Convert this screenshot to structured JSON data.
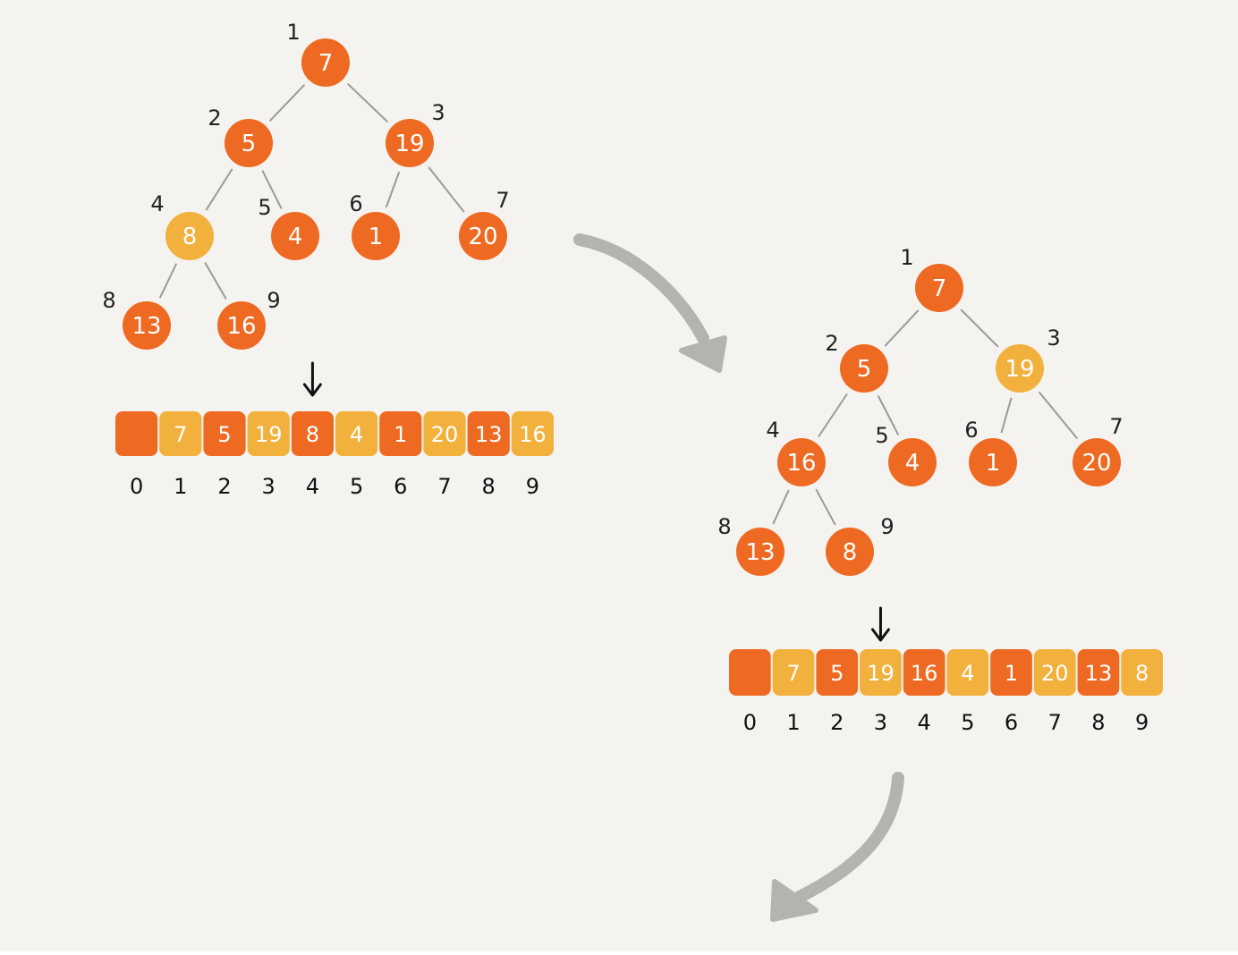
{
  "colors": {
    "orange": "#ee6a23",
    "yellow": "#f2b03c",
    "edge": "#9a9a9a",
    "arrow": "#b4b3ae",
    "pointer": "#111111"
  },
  "before": {
    "nodes": [
      {
        "index": "1",
        "value": "7",
        "color": "orange"
      },
      {
        "index": "2",
        "value": "5",
        "color": "orange"
      },
      {
        "index": "3",
        "value": "19",
        "color": "orange"
      },
      {
        "index": "4",
        "value": "8",
        "color": "yellow"
      },
      {
        "index": "5",
        "value": "4",
        "color": "orange"
      },
      {
        "index": "6",
        "value": "1",
        "color": "orange"
      },
      {
        "index": "7",
        "value": "20",
        "color": "orange"
      },
      {
        "index": "8",
        "value": "13",
        "color": "orange"
      },
      {
        "index": "9",
        "value": "16",
        "color": "orange"
      }
    ],
    "array": [
      {
        "value": "",
        "color": "orange"
      },
      {
        "value": "7",
        "color": "yellow"
      },
      {
        "value": "5",
        "color": "orange"
      },
      {
        "value": "19",
        "color": "yellow"
      },
      {
        "value": "8",
        "color": "orange"
      },
      {
        "value": "4",
        "color": "yellow"
      },
      {
        "value": "1",
        "color": "orange"
      },
      {
        "value": "20",
        "color": "yellow"
      },
      {
        "value": "13",
        "color": "orange"
      },
      {
        "value": "16",
        "color": "yellow"
      }
    ],
    "pointer_index": 4
  },
  "after": {
    "nodes": [
      {
        "index": "1",
        "value": "7",
        "color": "orange"
      },
      {
        "index": "2",
        "value": "5",
        "color": "orange"
      },
      {
        "index": "3",
        "value": "19",
        "color": "yellow"
      },
      {
        "index": "4",
        "value": "16",
        "color": "orange"
      },
      {
        "index": "5",
        "value": "4",
        "color": "orange"
      },
      {
        "index": "6",
        "value": "1",
        "color": "orange"
      },
      {
        "index": "7",
        "value": "20",
        "color": "orange"
      },
      {
        "index": "8",
        "value": "13",
        "color": "orange"
      },
      {
        "index": "9",
        "value": "8",
        "color": "orange"
      }
    ],
    "array": [
      {
        "value": "",
        "color": "orange"
      },
      {
        "value": "7",
        "color": "yellow"
      },
      {
        "value": "5",
        "color": "orange"
      },
      {
        "value": "19",
        "color": "yellow"
      },
      {
        "value": "16",
        "color": "orange"
      },
      {
        "value": "4",
        "color": "yellow"
      },
      {
        "value": "1",
        "color": "orange"
      },
      {
        "value": "20",
        "color": "yellow"
      },
      {
        "value": "13",
        "color": "orange"
      },
      {
        "value": "8",
        "color": "yellow"
      }
    ],
    "pointer_index": 3
  },
  "array_indices": [
    "0",
    "1",
    "2",
    "3",
    "4",
    "5",
    "6",
    "7",
    "8",
    "9"
  ]
}
